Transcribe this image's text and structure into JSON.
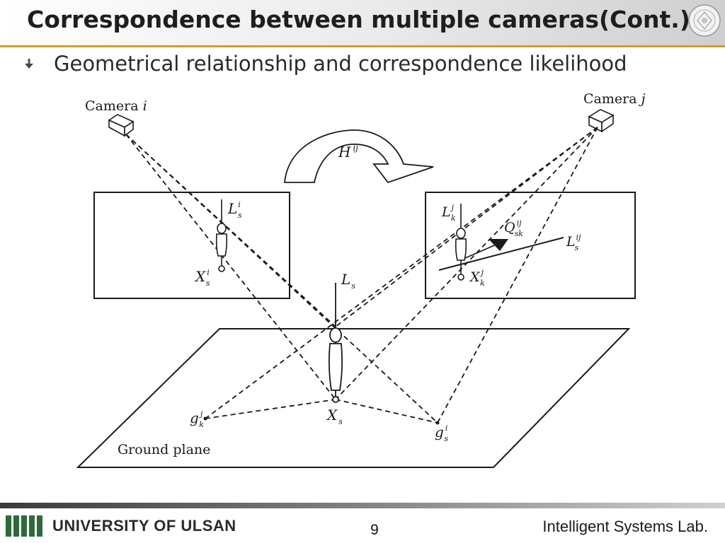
{
  "slide": {
    "title": "Correspondence between multiple cameras(Cont.)",
    "bullet": "Geometrical relationship and correspondence likelihood",
    "page_number": "9",
    "lab_name": "Intelligent Systems Lab.",
    "university": "UNIVERSITY OF ULSAN",
    "colors": {
      "title_rule": "#c9a227",
      "text": "#1e1e1e"
    }
  },
  "diagram": {
    "camera_i": {
      "name": "Camera ",
      "index": "i"
    },
    "camera_j": {
      "name": "Camera ",
      "index": "j"
    },
    "homography": {
      "base": "H",
      "sup": "ij"
    },
    "L_s_i": {
      "base": "L",
      "sub": "s",
      "sup": "i"
    },
    "X_s_i": {
      "base": "X",
      "sub": "s",
      "sup": "i"
    },
    "L_k_j": {
      "base": "L",
      "sub": "k",
      "sup": "j"
    },
    "X_k_j": {
      "base": "X",
      "sub": "k",
      "sup": "j"
    },
    "Q_sk_ij": {
      "base": "Q",
      "sub": "sk",
      "sup": "ij"
    },
    "L_s_ij": {
      "base": "L",
      "sub": "s",
      "sup": "ij"
    },
    "L_s": {
      "base": "L",
      "sub": "s"
    },
    "X_s": {
      "base": "X",
      "sub": "s"
    },
    "g_k_j": {
      "base": "g",
      "sub": "k",
      "sup": "j"
    },
    "g_s_i": {
      "base": "g",
      "sub": "s",
      "sup": "i"
    },
    "ground_plane": "Ground plane"
  }
}
